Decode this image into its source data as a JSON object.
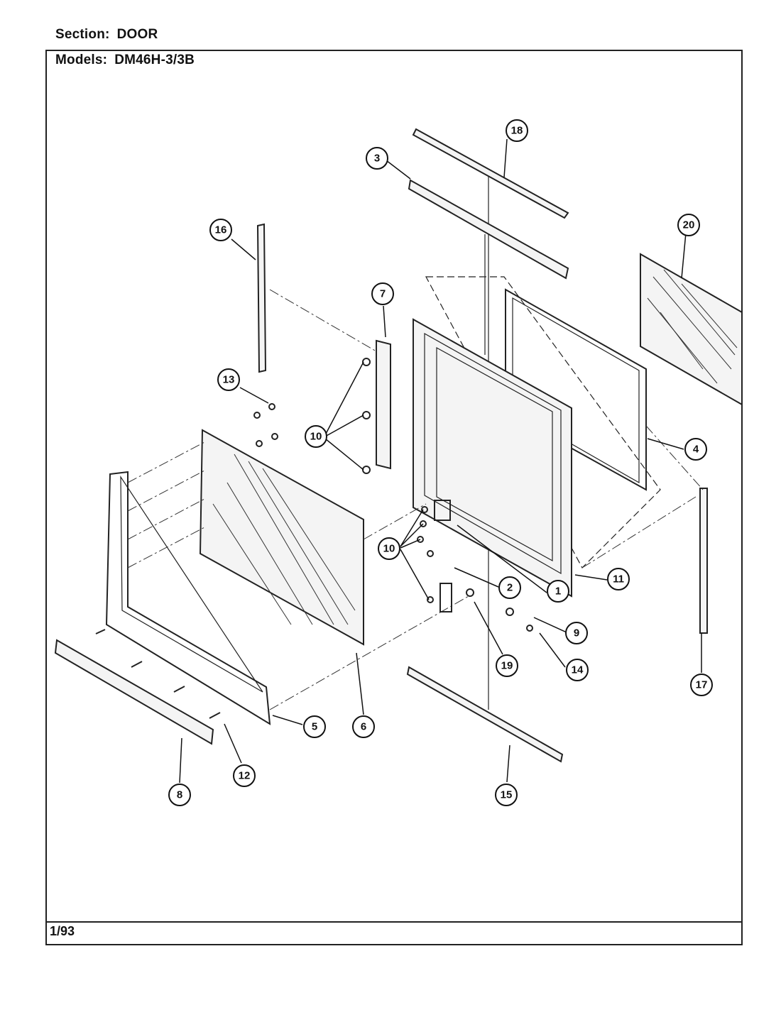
{
  "header": {
    "section_label": "Section:",
    "section_value": "DOOR",
    "models_label": "Models:",
    "models_value": "DM46H-3/3B"
  },
  "footer": {
    "date": "1/93"
  },
  "callouts": [
    "18",
    "3",
    "16",
    "20",
    "7",
    "13",
    "10",
    "4",
    "10",
    "2",
    "1",
    "11",
    "9",
    "19",
    "14",
    "17",
    "5",
    "6",
    "12",
    "8",
    "15"
  ]
}
